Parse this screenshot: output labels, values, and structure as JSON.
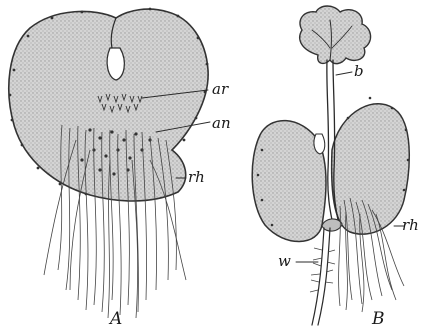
{
  "figure": {
    "panel_a": {
      "caption": "A",
      "labels": {
        "archegonia": "ar",
        "antheridia": "an",
        "rhizoids": "rh"
      }
    },
    "panel_b": {
      "caption": "B",
      "labels": {
        "leaf_stalk": "b",
        "root": "w",
        "rhizoids": "rh"
      }
    }
  }
}
